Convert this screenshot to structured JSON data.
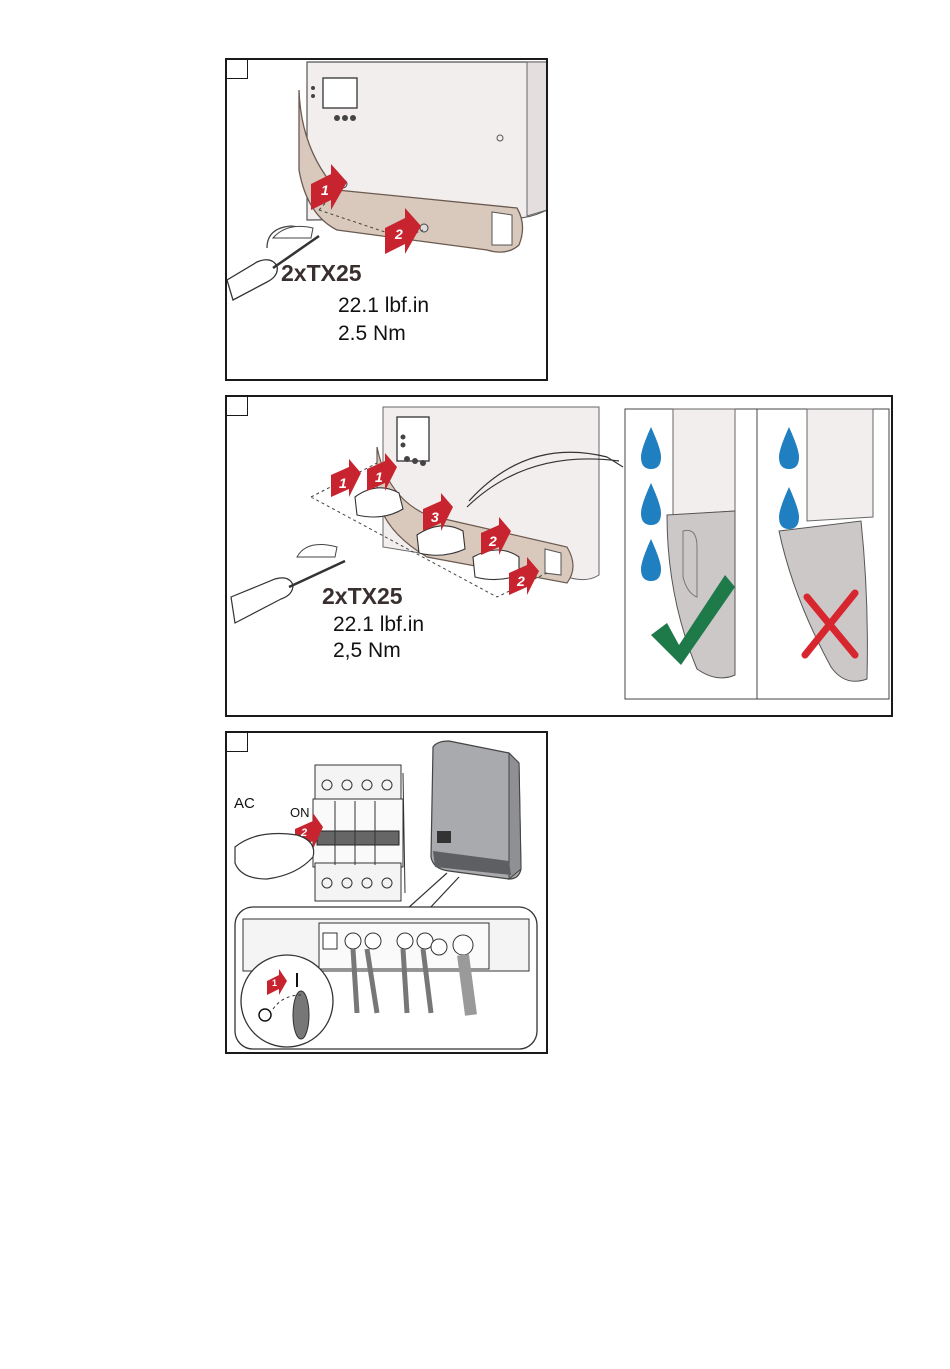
{
  "step1": {
    "arrows": [
      "1",
      "2"
    ],
    "tool": "2xTX25",
    "torque_imperial": "22.1 lbf.in",
    "torque_metric": "2.5 Nm"
  },
  "step2": {
    "arrows": [
      "1",
      "1",
      "3",
      "2",
      "2"
    ],
    "tool": "2xTX25",
    "torque_imperial": "22.1 lbf.in",
    "torque_metric": "2,5 Nm"
  },
  "step3": {
    "ac_label": "AC",
    "on_label": "ON",
    "arrow_breaker": "2",
    "arrow_switch": "1",
    "switch_on_mark": "I",
    "switch_off_mark": "O"
  },
  "colors": {
    "arrow_red": "#c8242f",
    "drop_blue": "#1f7fc1",
    "check_green": "#1f7a4a",
    "cross_red": "#d8262e",
    "cover_tan": "#d9c8bc",
    "inverter_gray": "#a9aaad"
  }
}
